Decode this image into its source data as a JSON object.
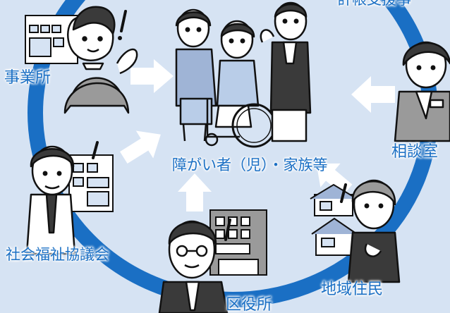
{
  "labels": {
    "center": "障がい者（児）・家族等",
    "jigyosho": "事業所",
    "sodanshitsu": "相談室",
    "shakai_fukushi": "社会福祉協議会",
    "chiiki_jumin": "地域住民",
    "kuyakusho": "区役所",
    "top_right_partial": "計帳支援事"
  },
  "colors": {
    "background": "#d6e3f3",
    "ring": "#1a6fc4",
    "label_text": "#1a6fc4",
    "arrow": "#ffffff",
    "line": "#111111",
    "shirt_blue": "#b9cde8",
    "gray": "#9a9a9a",
    "dark": "#3a3a3a"
  },
  "icons": [
    "exclamation-mark-icon",
    "building-icon",
    "house-icon",
    "wheelchair-icon",
    "arrow-icon"
  ]
}
